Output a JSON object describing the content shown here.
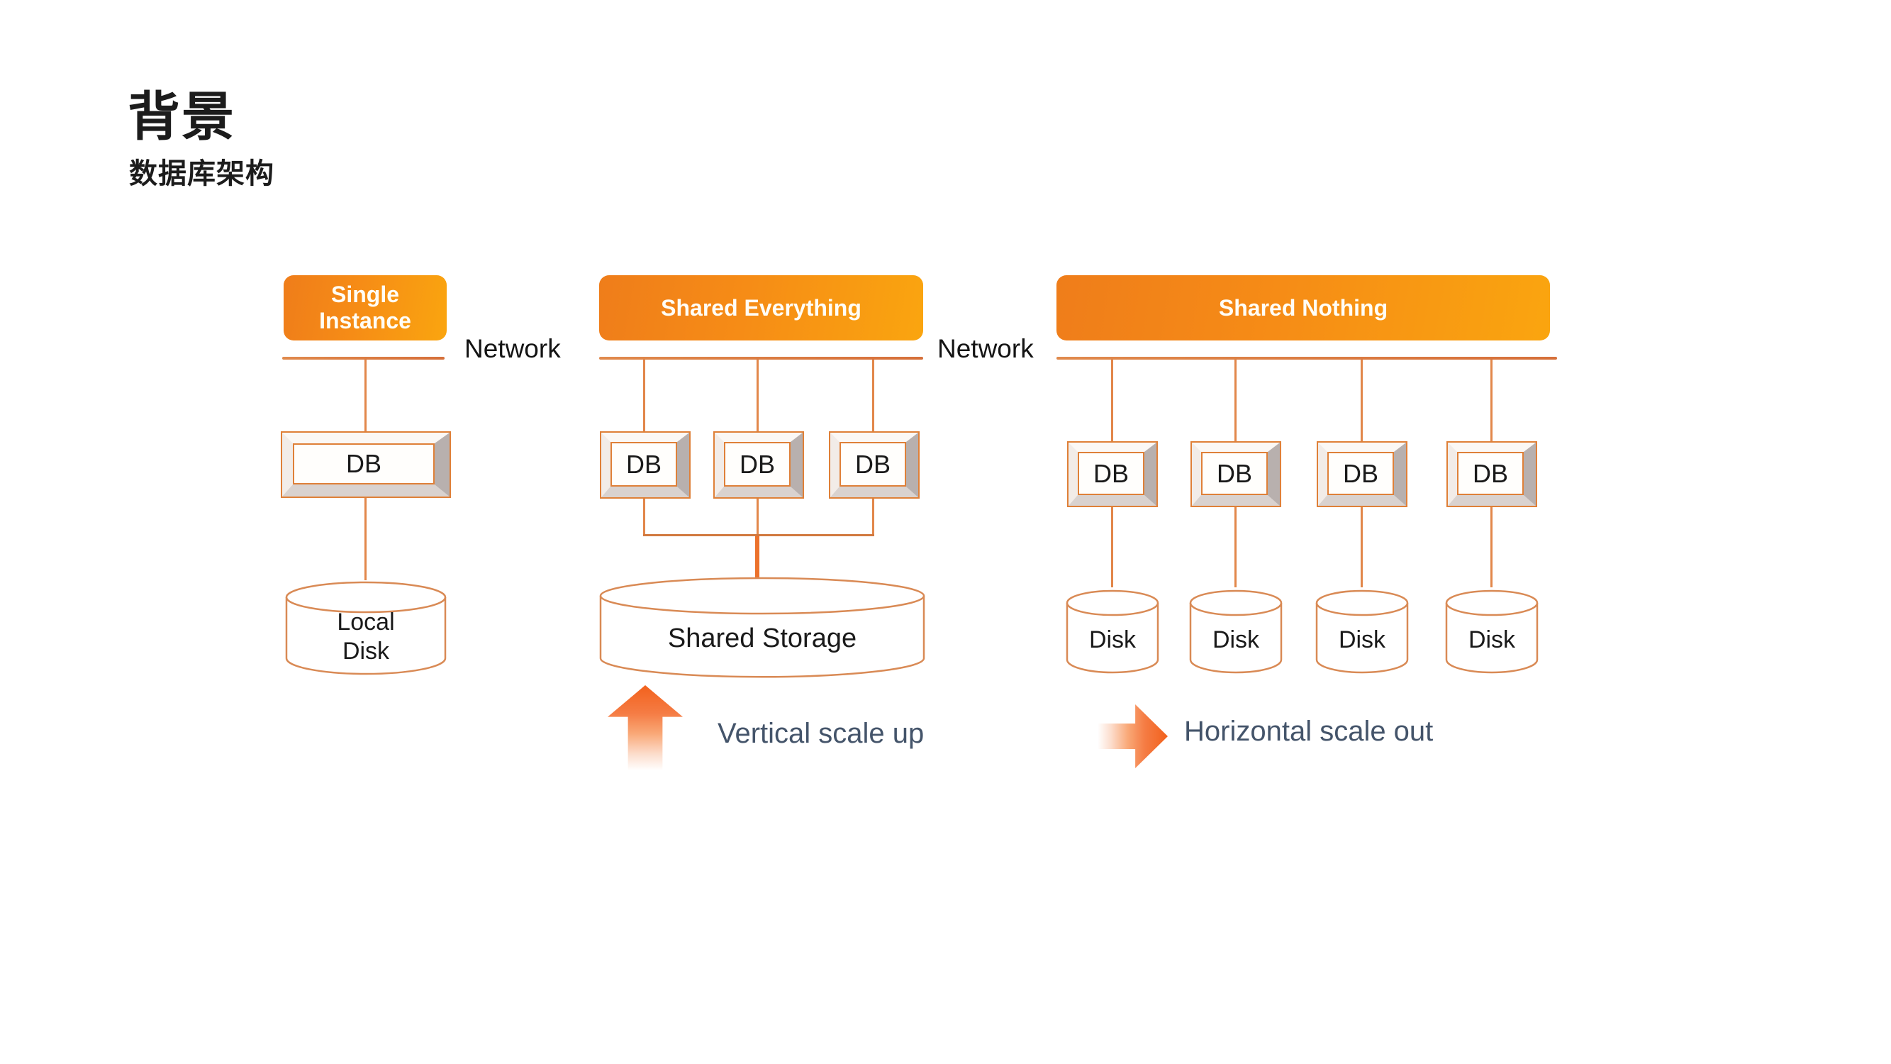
{
  "slide": {
    "title": "背景",
    "subtitle": "数据库架构"
  },
  "network_labels": [
    "Network",
    "Network"
  ],
  "sections": [
    {
      "header": "Single Instance",
      "db_labels": [
        "DB"
      ],
      "storage_label_lines": [
        "Local",
        "Disk"
      ]
    },
    {
      "header": "Shared Everything",
      "db_labels": [
        "DB",
        "DB",
        "DB"
      ],
      "storage_label": "Shared Storage"
    },
    {
      "header": "Shared Nothing",
      "db_labels": [
        "DB",
        "DB",
        "DB",
        "DB"
      ],
      "disk_labels": [
        "Disk",
        "Disk",
        "Disk",
        "Disk"
      ]
    }
  ],
  "annotations": [
    {
      "icon": "arrow-up-icon",
      "label": "Vertical scale up"
    },
    {
      "icon": "arrow-right-icon",
      "label": "Horizontal scale out"
    }
  ],
  "colors": {
    "header_gradient_start": "#EF7D1A",
    "header_gradient_end": "#FAA50F",
    "network_line": "#DC7A3A",
    "connector": "#E2874A",
    "thick_connector": "#EC722C",
    "db_border": "#DF8038",
    "bevel_dark": "#B8B0AE",
    "bevel_light": "#D9D2CF",
    "cylinder_stroke": "#D98A55",
    "caption_text": "#44546A",
    "arrow": "#F2611C",
    "title_text": "#1C1C1C"
  }
}
